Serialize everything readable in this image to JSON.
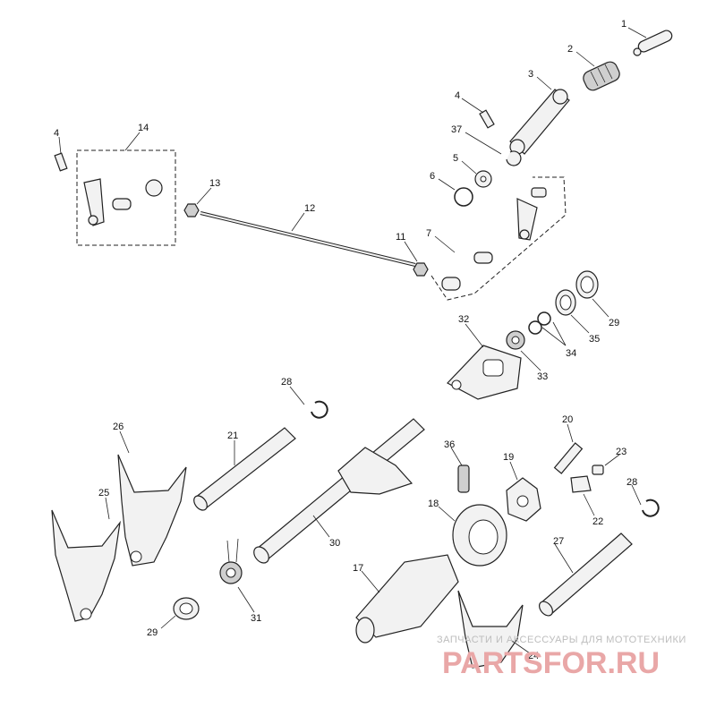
{
  "diagram": {
    "callouts": {
      "c1": "1",
      "c2": "2",
      "c3": "3",
      "c4a": "4",
      "c37": "37",
      "c5": "5",
      "c6": "6",
      "c7": "7",
      "c4b": "4",
      "c14": "14",
      "c13": "13",
      "c12": "12",
      "c11": "11",
      "c32": "32",
      "c33": "33",
      "c34": "34",
      "c35": "35",
      "c29a": "29",
      "c28a": "28",
      "c21": "21",
      "c26": "26",
      "c25": "25",
      "c30": "30",
      "c36": "36",
      "c19": "19",
      "c20": "20",
      "c23": "23",
      "c22": "22",
      "c28b": "28",
      "c18": "18",
      "c31": "31",
      "c17": "17",
      "c27": "27",
      "c29b": "29",
      "c24": "24"
    }
  },
  "watermark": {
    "tagline": "ЗАПЧАСТИ И АКСЕССУАРЫ ДЛЯ МОТОТЕХНИКИ",
    "brand": "PARTSFOR.RU"
  }
}
